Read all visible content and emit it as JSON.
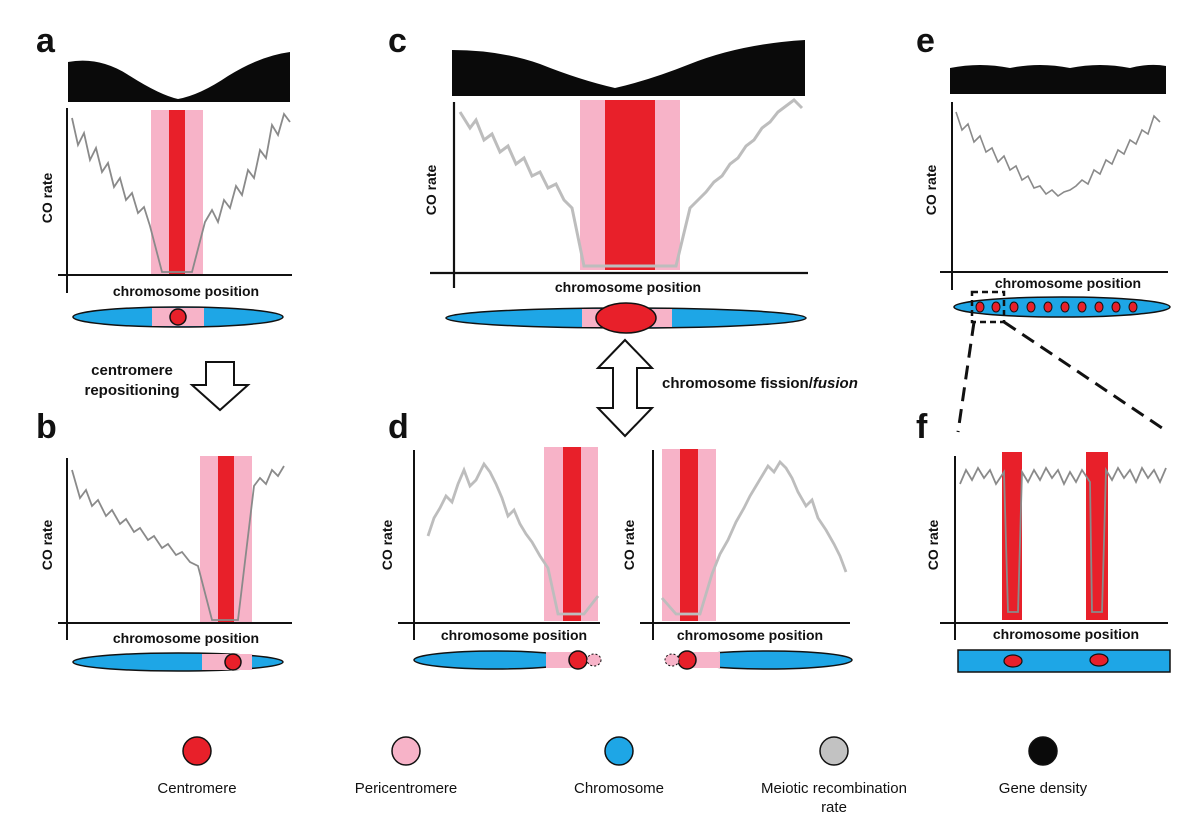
{
  "panels": {
    "a": "a",
    "b": "b",
    "c": "c",
    "d": "d",
    "e": "e",
    "f": "f"
  },
  "axis": {
    "y_label": "CO rate",
    "x_label": "chromosome position"
  },
  "annotations": {
    "repositioning_line1": "centromere",
    "repositioning_line2": "repositioning",
    "fission_fusion_main": "chromosome fission/",
    "fission_fusion_italic": "fusion"
  },
  "legend": [
    {
      "label": "Centromere",
      "color": "#e8202a"
    },
    {
      "label": "Pericentromere",
      "color": "#f7b3c8"
    },
    {
      "label": "Chromosome",
      "color": "#1ea6e6"
    },
    {
      "label": "Meiotic recombination",
      "label2": "rate",
      "color": "#c2c2c2"
    },
    {
      "label": "Gene density",
      "color": "#000000"
    }
  ],
  "colors": {
    "centromere": "#e8202a",
    "pericentromere": "#f7b3c8",
    "chromosome": "#1ea6e6",
    "recombination": "#8a8a8a",
    "gene_density": "#0a0a0a"
  }
}
